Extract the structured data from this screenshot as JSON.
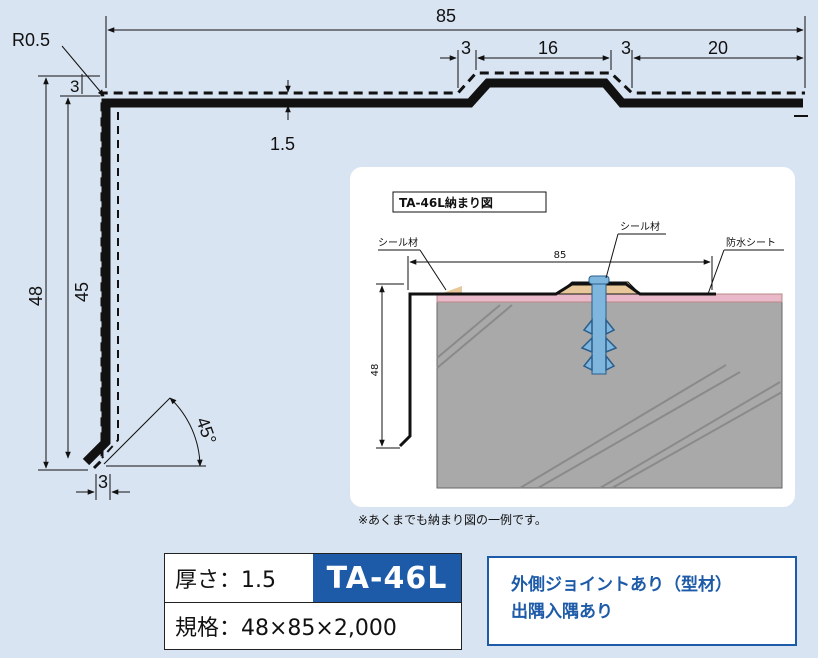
{
  "drawing": {
    "radius_label": "R0.5",
    "dim_total_width": "85",
    "dim_3a": "3",
    "dim_16": "16",
    "dim_3b": "3",
    "dim_20": "20",
    "dim_3_vertical": "3",
    "dim_thickness": "1.5",
    "dim_48": "48",
    "dim_45": "45",
    "dim_angle": "45°",
    "dim_3_bottom": "3"
  },
  "inset": {
    "title": "TA-46L納まり図",
    "seal_left": "シール材",
    "seal_center": "シール材",
    "waterproof_sheet": "防水シート",
    "dim_85": "85",
    "dim_48": "48"
  },
  "note": "※あくまでも納まり図の一例です。",
  "spec": {
    "thickness": "厚さ：1.5",
    "size": "規格：48×85×2,000",
    "model": "TA-46L"
  },
  "features": {
    "line1": "外側ジョイントあり（型材）",
    "line2": "出隅入隅あり"
  },
  "colors": {
    "background": "#d9e4f2",
    "profile": "#111111",
    "accent_blue": "#1d5aa8",
    "concrete": "#a9a9a9",
    "sheet_pink": "#e9b9c9",
    "sealant": "#e8c79a",
    "anchor_blue": "#7fb6dd"
  }
}
